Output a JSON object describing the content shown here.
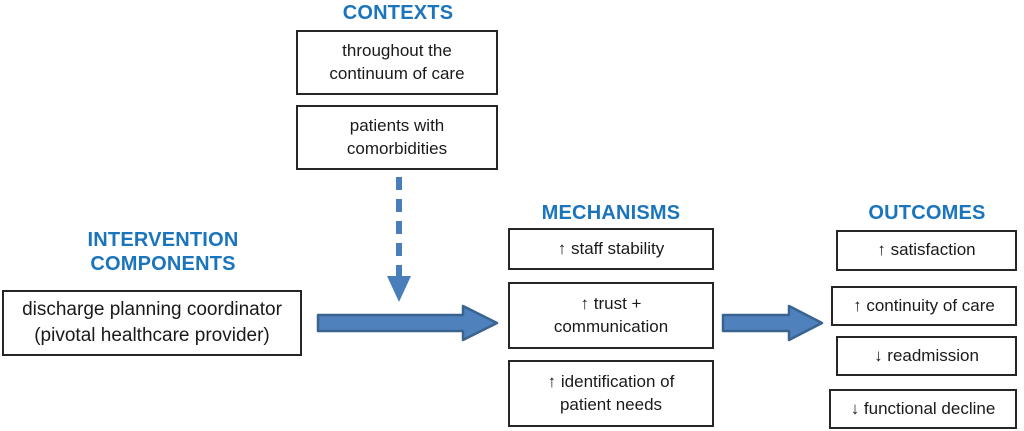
{
  "palette": {
    "heading_blue": "#1b75bc",
    "arrow_fill": "#4f81bd",
    "arrow_stroke": "#3a648f",
    "dashed_arrow": "#4a7ebb",
    "box_border": "#262626",
    "text": "#1a1a1a",
    "background": "#ffffff"
  },
  "contexts": {
    "heading": "CONTEXTS",
    "boxes": [
      {
        "label": "throughout the\ncontinuum of care"
      },
      {
        "label": "patients with\ncomorbidities"
      }
    ]
  },
  "intervention": {
    "heading": "INTERVENTION\nCOMPONENTS",
    "boxes": [
      {
        "label": "discharge planning coordinator\n(pivotal healthcare provider)"
      }
    ]
  },
  "mechanisms": {
    "heading": "MECHANISMS",
    "boxes": [
      {
        "label": "↑ staff stability"
      },
      {
        "label": "↑ trust +\ncommunication"
      },
      {
        "label": "↑ identification of\npatient needs"
      }
    ]
  },
  "outcomes": {
    "heading": "OUTCOMES",
    "boxes": [
      {
        "label": "↑ satisfaction"
      },
      {
        "label": "↑ continuity of care"
      },
      {
        "label": "↓ readmission"
      },
      {
        "label": "↓ functional decline"
      }
    ]
  }
}
